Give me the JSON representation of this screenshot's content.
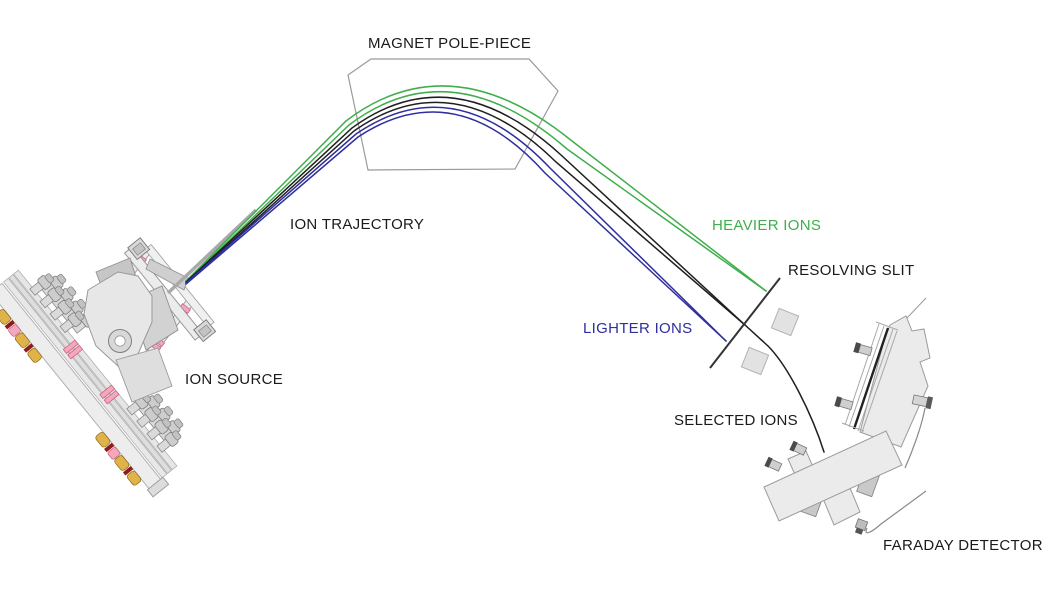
{
  "title": "Magnetic sector mass spectrometer ion optics diagram",
  "labels": {
    "magnet": "MAGNET POLE-PIECE",
    "trajectory": "ION TRAJECTORY",
    "heavier": "HEAVIER IONS",
    "resolving_slit": "RESOLVING SLIT",
    "lighter": "LIGHTER IONS",
    "source": "ION SOURCE",
    "selected": "SELECTED IONS",
    "detector": "FARADAY DETECTOR"
  },
  "colors": {
    "heavier": "#3fae4c",
    "lighter": "#2e2e9e",
    "selected": "#1f1f1f",
    "outline": "#9a9a9a",
    "label_text": "#1a1a1a"
  }
}
